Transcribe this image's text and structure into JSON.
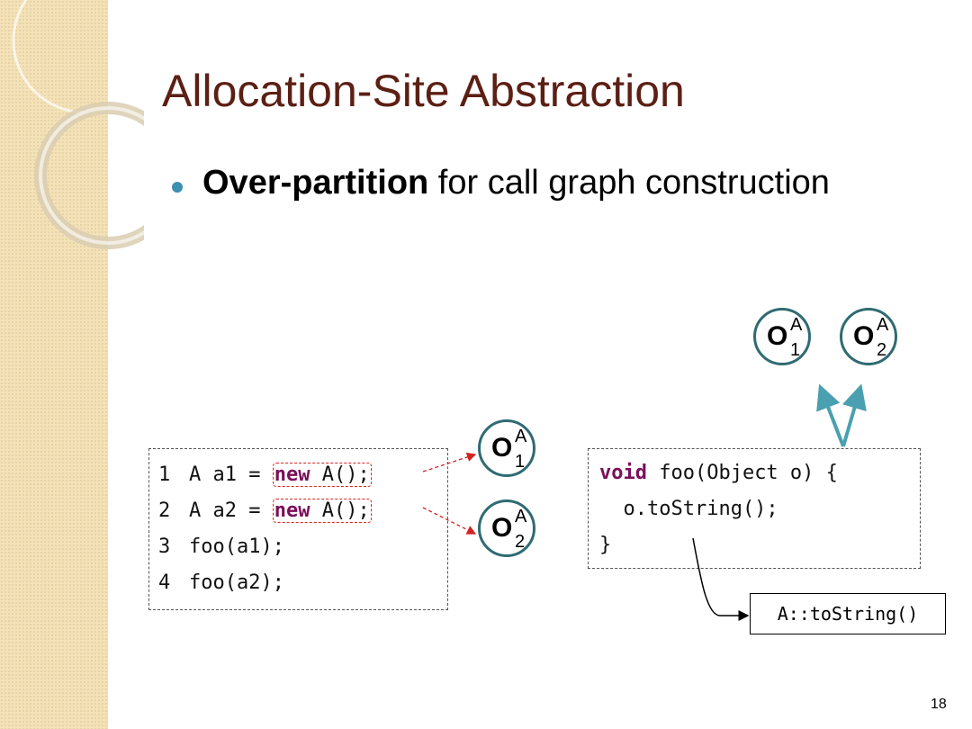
{
  "slide": {
    "title": "Allocation-Site Abstraction",
    "bullet": {
      "bold": "Over-partition",
      "rest": " for call graph construction"
    },
    "page_number": "18"
  },
  "code_left": {
    "lines": [
      {
        "num": "1",
        "pre": "A a1 = ",
        "kw": "new",
        "post": " A();"
      },
      {
        "num": "2",
        "pre": "A a2 = ",
        "kw": "new",
        "post": " A();"
      },
      {
        "num": "3",
        "text": "foo(a1);"
      },
      {
        "num": "4",
        "text": "foo(a2);"
      }
    ]
  },
  "code_right": {
    "line1_kw": "void",
    "line1_rest": " foo(Object o) {",
    "line2": "  o.toString();",
    "line3": "}"
  },
  "objects": {
    "o1": {
      "base": "O",
      "sup": "A",
      "sub": "1"
    },
    "o2": {
      "base": "O",
      "sup": "A",
      "sub": "2"
    }
  },
  "method_target": "A::toString()",
  "colors": {
    "title": "#5c1f14",
    "keyword": "#7a0f5a",
    "object_border": "#2f6b72",
    "arrow_teal": "#4aa0b0",
    "alloc_arrow": "#d22222",
    "bullet": "#3c8fb1"
  }
}
